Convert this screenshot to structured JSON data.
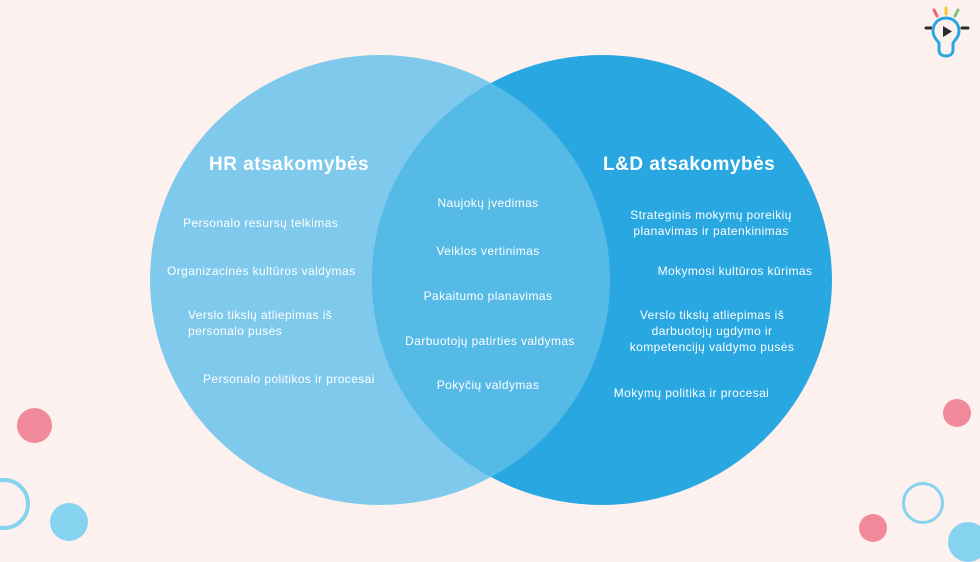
{
  "colors": {
    "background": "#fdf1ef",
    "hr_circle": "#7fcaec",
    "ld_circle": "#29a7e1",
    "overlap": "#55bae6",
    "deco_pink": "#f08a9a",
    "deco_blue": "#86d3ef"
  },
  "hr": {
    "title": "HR atsakomybės",
    "items": [
      "Personalo resursų telkimas",
      "Organizacinės kultūros valdymas",
      "Verslo tikslų atliepimas iš personalo pusės",
      "Personalo politikos ir procesai"
    ]
  },
  "overlap": {
    "items": [
      "Naujokų įvedimas",
      "Veiklos vertinimas",
      "Pakaitumo planavimas",
      "Darbuotojų patirties valdymas",
      "Pokyčių valdymas"
    ]
  },
  "ld": {
    "title": "L&D atsakomybės",
    "items": [
      "Strateginis mokymų poreikių planavimas ir patenkinimas",
      "Mokymosi kultūros kūrimas",
      "Verslo tikslų atliepimas iš darbuotojų ugdymo ir kompetencijų valdymo pusės",
      "Mokymų politika ir procesai"
    ]
  },
  "icons": {
    "logo": "lightbulb-play-icon"
  }
}
